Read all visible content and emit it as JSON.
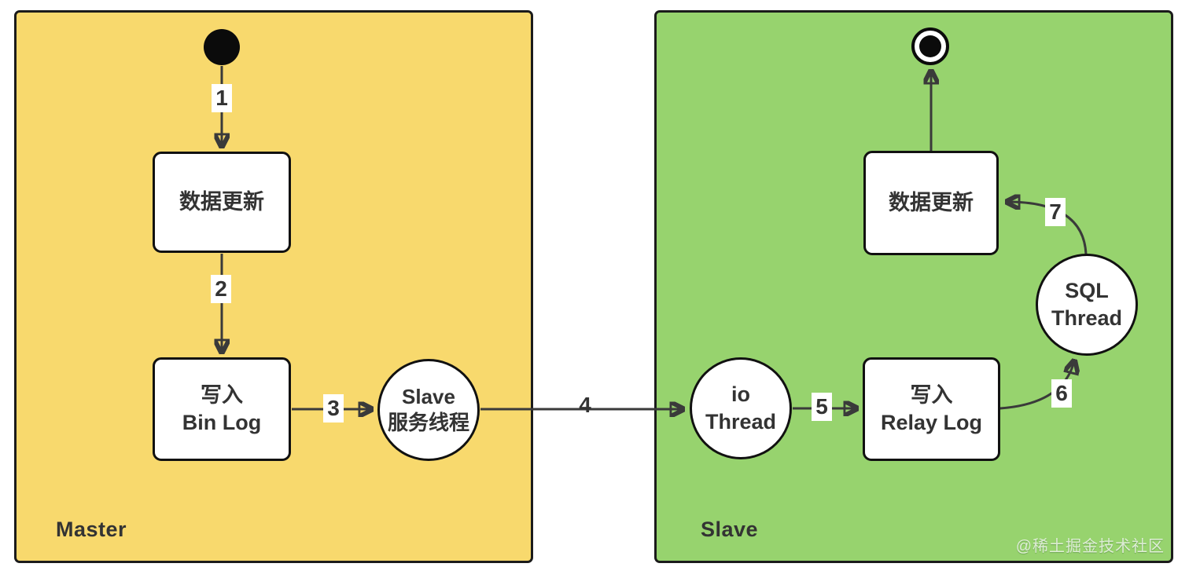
{
  "diagram": {
    "watermark": "@稀土掘金技术社区",
    "colors": {
      "master_bg": "#F8D96D",
      "slave_bg": "#97D36E",
      "node_bg": "#FFFFFF",
      "panel_border": "#1B1B1B",
      "node_border": "#111111",
      "arrow": "#3A3A3A",
      "text": "#333333"
    },
    "master": {
      "label": "Master",
      "data_update": {
        "text": "数据更新"
      },
      "bin_log": {
        "line1": "写入",
        "line2": "Bin Log"
      },
      "slave_thread": {
        "line1": "Slave",
        "line2": "服务线程"
      }
    },
    "slave": {
      "label": "Slave",
      "io_thread": {
        "line1": "io",
        "line2": "Thread"
      },
      "relay_log": {
        "line1": "写入",
        "line2": "Relay Log"
      },
      "sql_thread": {
        "line1": "SQL",
        "line2": "Thread"
      },
      "data_update": {
        "text": "数据更新"
      }
    },
    "edges": {
      "e1": "1",
      "e2": "2",
      "e3": "3",
      "e4": "4",
      "e5": "5",
      "e6": "6",
      "e7": "7"
    }
  }
}
